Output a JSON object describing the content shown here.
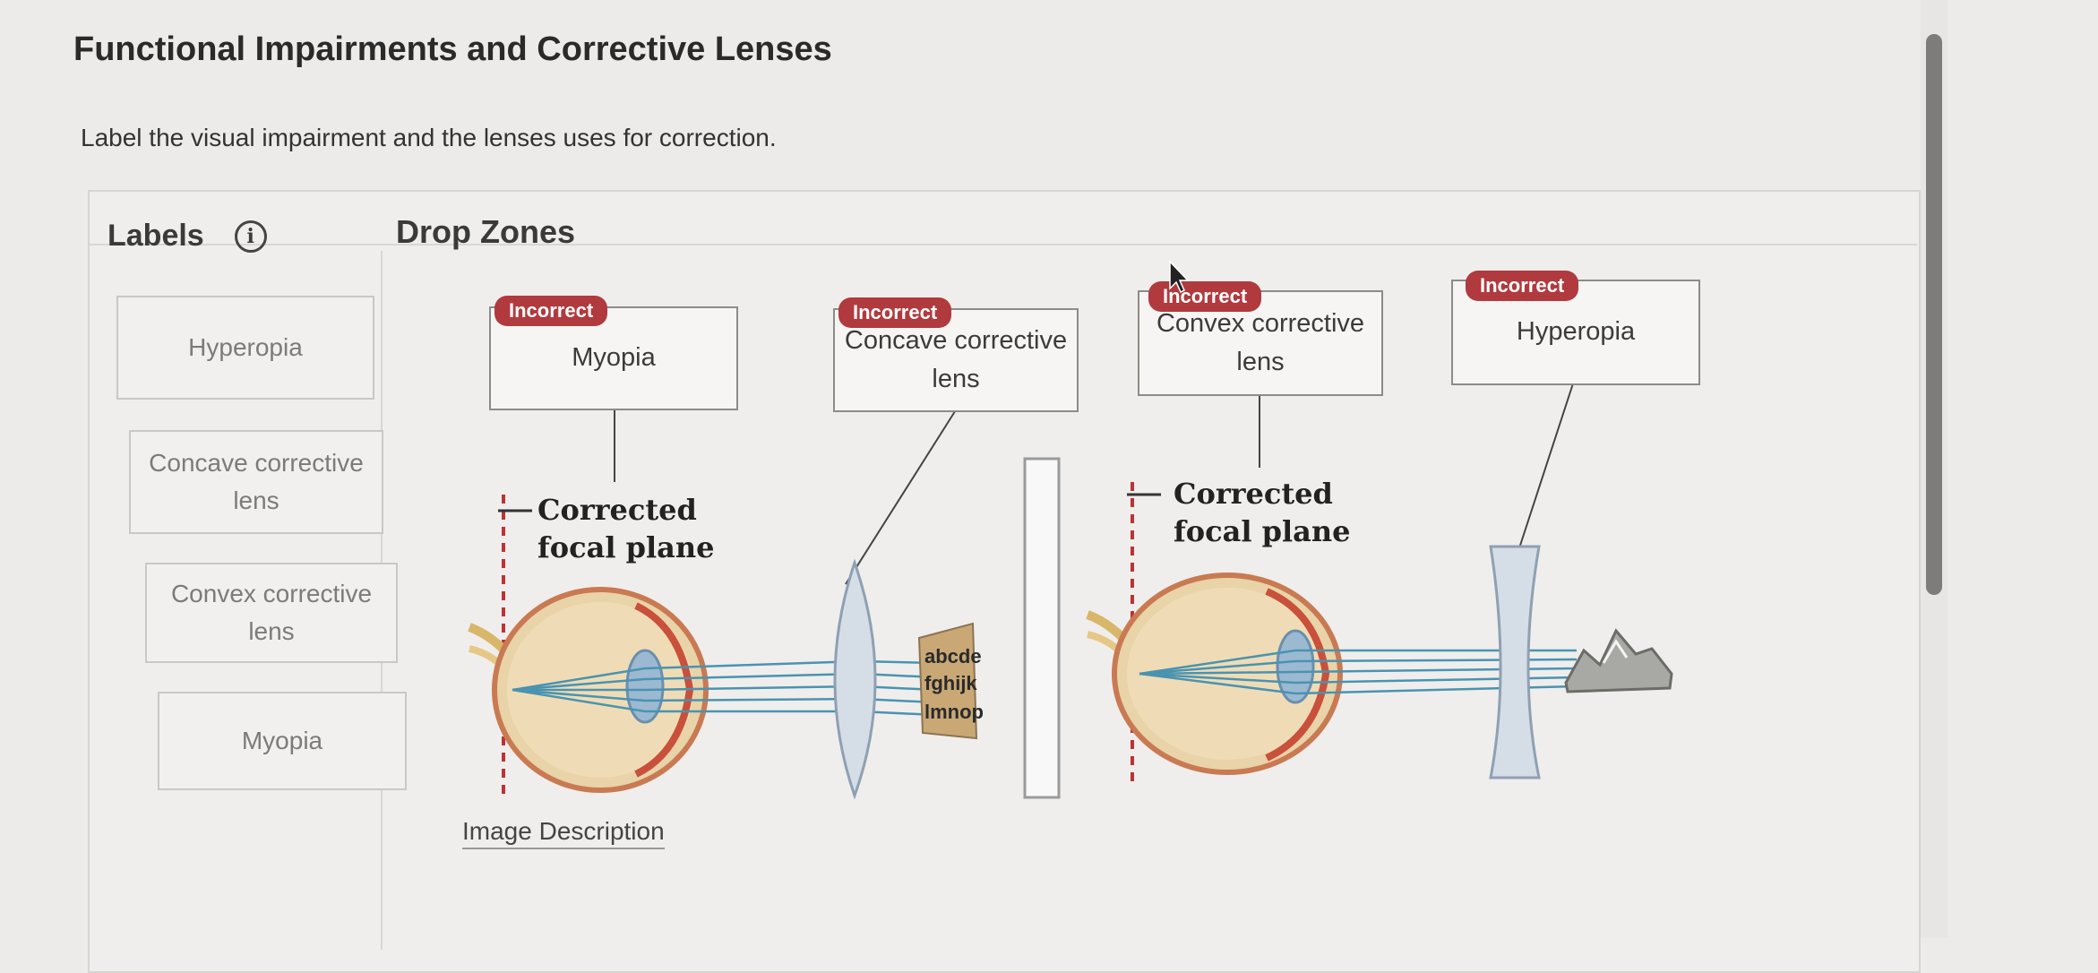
{
  "header": {
    "title": "Functional Impairments and Corrective Lenses",
    "instructions": "Label the visual impairment and the lenses uses for correction."
  },
  "labels_panel": {
    "title": "Labels",
    "items": [
      {
        "label": "Hyperopia"
      },
      {
        "label": "Concave corrective\nlens"
      },
      {
        "label": "Convex corrective\nlens"
      },
      {
        "label": "Myopia"
      }
    ]
  },
  "drop_zones": {
    "title": "Drop Zones",
    "zones": [
      {
        "value": "Myopia",
        "status": "Incorrect"
      },
      {
        "value": "Concave corrective\nlens",
        "status": "Incorrect"
      },
      {
        "value": "Convex corrective\nlens",
        "status": "Incorrect"
      },
      {
        "value": "Hyperopia",
        "status": "Incorrect"
      }
    ]
  },
  "figure": {
    "left_focal_label_line1": "Corrected",
    "left_focal_label_line2": "focal plane",
    "right_focal_label_line1": "Corrected",
    "right_focal_label_line2": "focal plane",
    "chart_text": [
      "abcde",
      "fghijk",
      "lmnop"
    ],
    "caption_link": "Image Description"
  },
  "colors": {
    "incorrect_badge": "#b03a3e",
    "light_ray": "#4a93b0"
  }
}
